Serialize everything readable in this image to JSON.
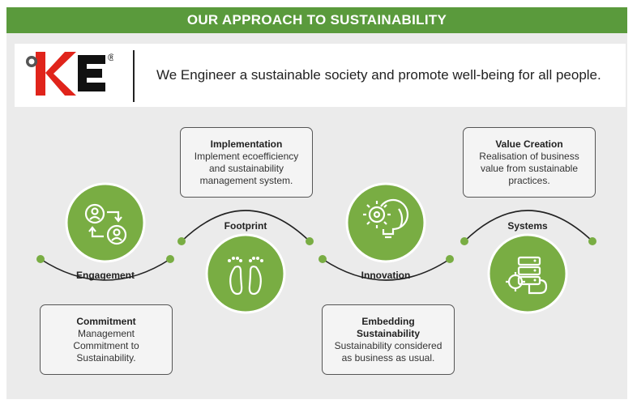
{
  "header": {
    "title": "OUR APPROACH TO SUSTAINABILITY"
  },
  "statement": {
    "text": "We Engineer a sustainable society and promote well-being for all people."
  },
  "logo": {
    "letters": "KE",
    "registered_mark": "®"
  },
  "colors": {
    "green": "#5a9a3c",
    "green_circle": "#79ad43",
    "panel": "#ebebeb",
    "logo_red": "#e0241b"
  },
  "stages": [
    {
      "label": "Engagement",
      "icon": "people-exchange-icon",
      "card_title": "Commitment",
      "card_text": "Management Commitment to Sustainability."
    },
    {
      "label": "Footprint",
      "icon": "footprints-icon",
      "card_title": "Implementation",
      "card_text": "Implement ecoefficiency and sustainability management system."
    },
    {
      "label": "Innovation",
      "icon": "gear-lightbulb-icon",
      "card_title": "Embedding Sustainability",
      "card_text": "Sustainability considered as business as usual."
    },
    {
      "label": "Systems",
      "icon": "server-gear-icon",
      "card_title": "Value Creation",
      "card_text": "Realisation of business value from sustainable practices."
    }
  ]
}
